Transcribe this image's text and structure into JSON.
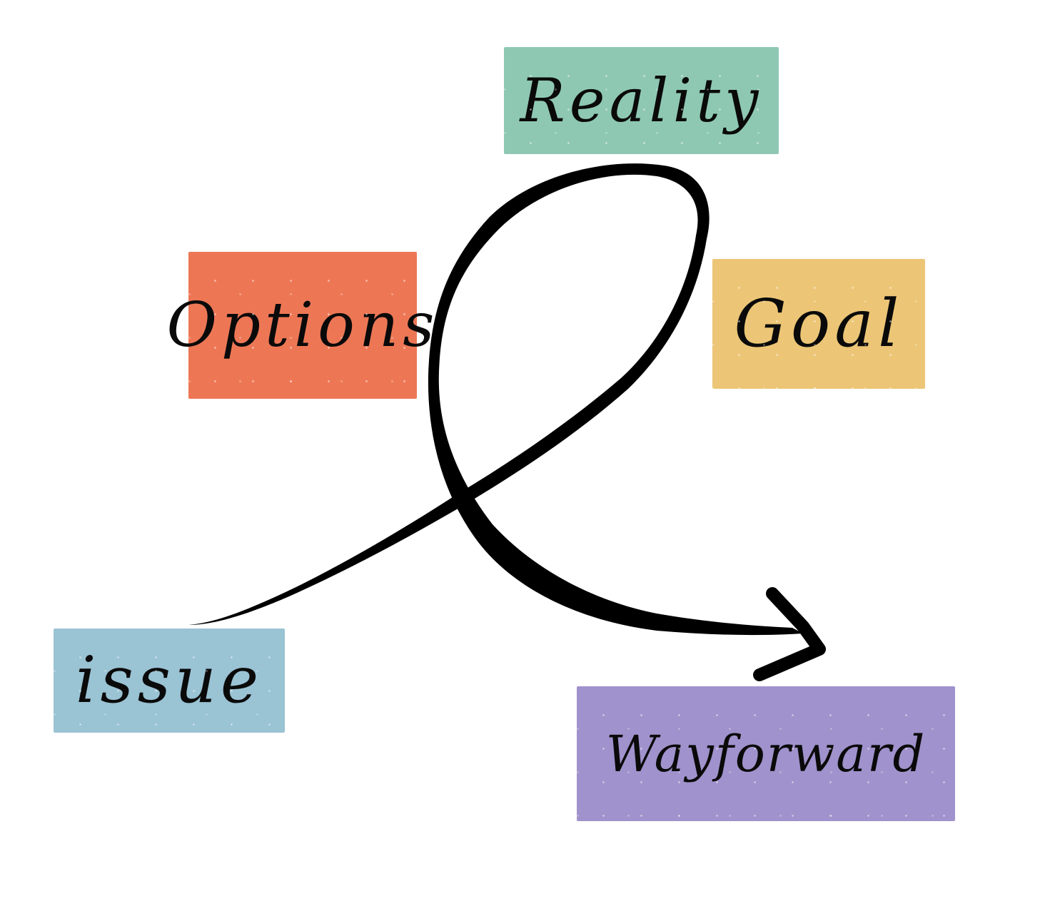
{
  "diagram": {
    "nodes": [
      {
        "id": "reality",
        "label": "Reality",
        "color": "#8ec8b3"
      },
      {
        "id": "options",
        "label": "Options",
        "color": "#ed7755"
      },
      {
        "id": "goal",
        "label": "Goal",
        "color": "#ecc676"
      },
      {
        "id": "issue",
        "label": "issue",
        "color": "#9ac3d4"
      },
      {
        "id": "wayforward",
        "label": "Wayforward",
        "color": "#a092cc"
      }
    ],
    "flow": {
      "from": "issue",
      "to": "wayforward",
      "color": "#000000",
      "style": "loop-arrow"
    }
  }
}
